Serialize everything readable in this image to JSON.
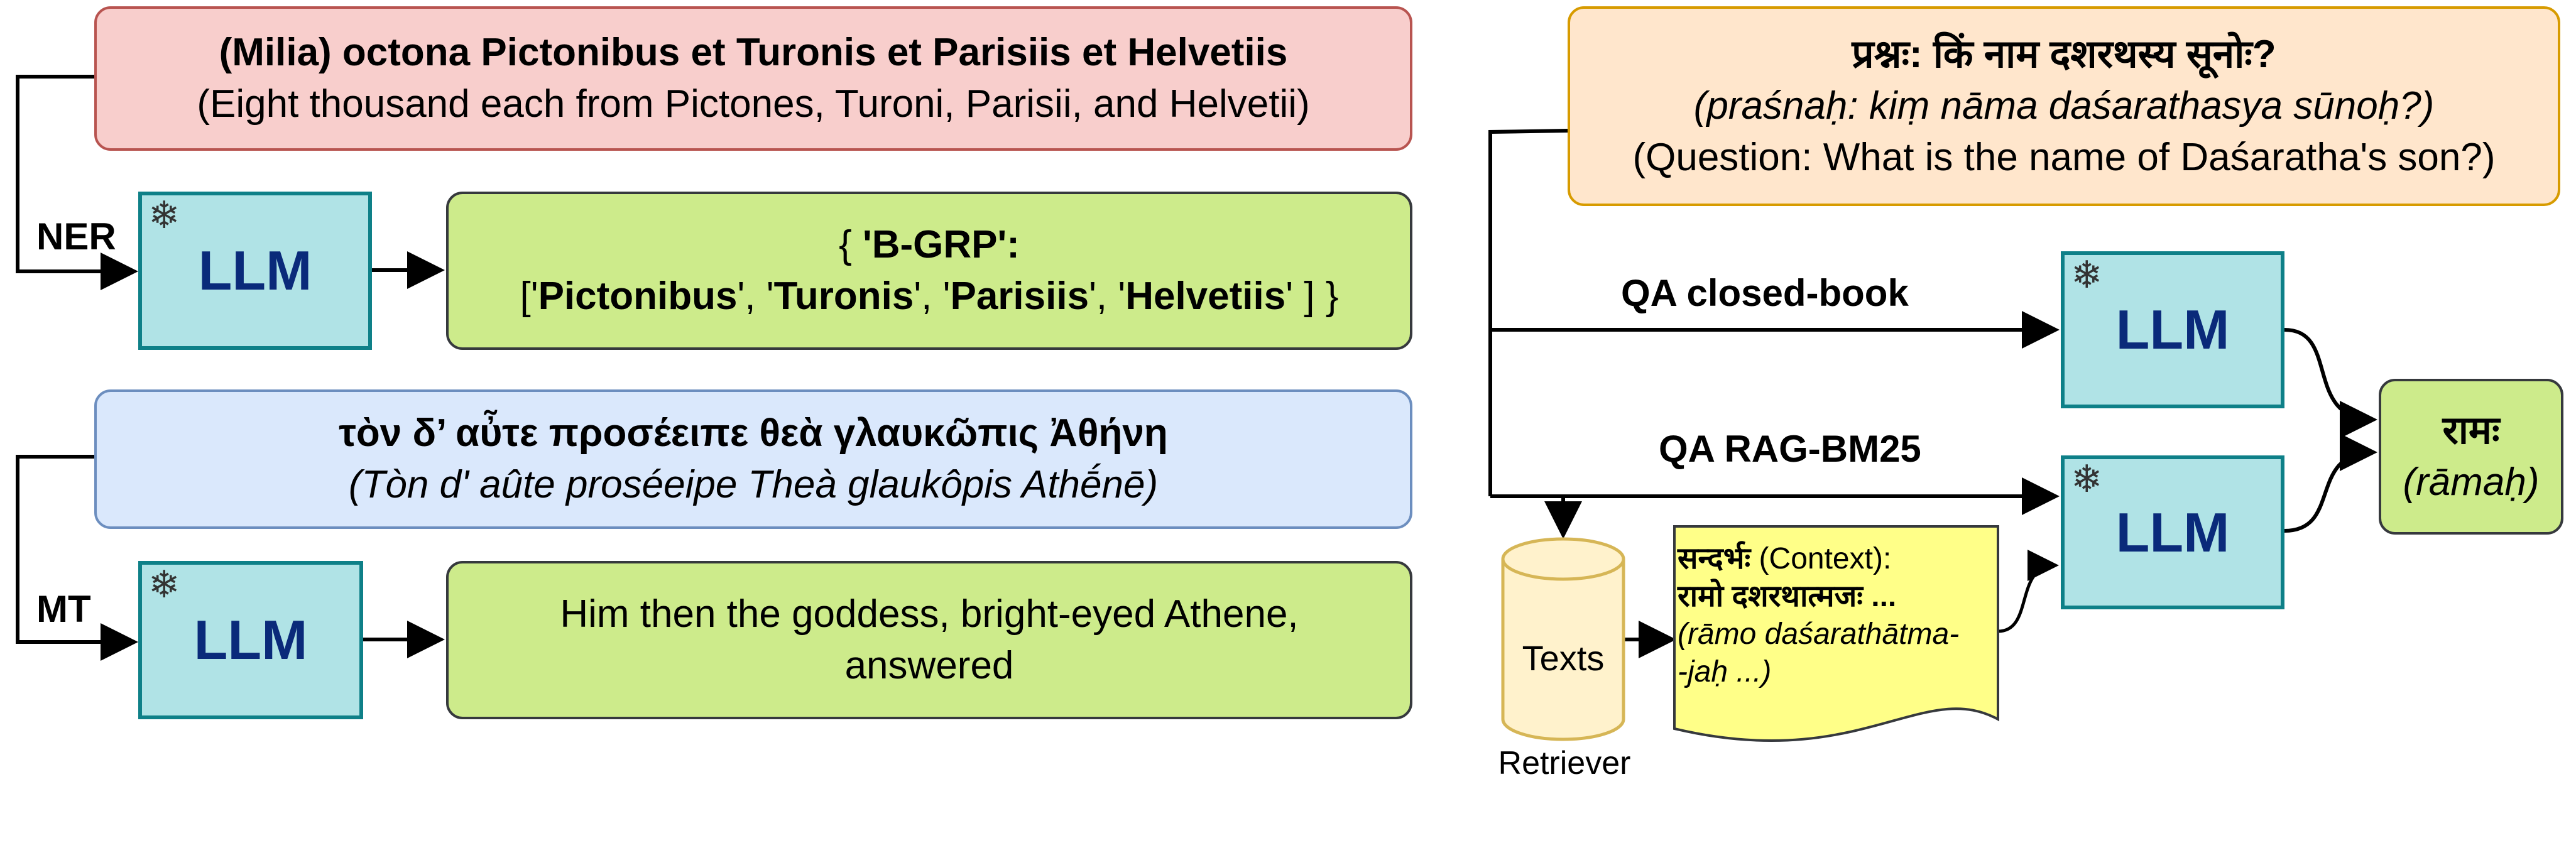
{
  "ner": {
    "input_line1": "(Milia) octona Pictonibus et Turonis et Parisiis et Helvetiis",
    "input_line2": "(Eight thousand each from Pictones, Turoni, Parisii, and Helvetii)",
    "task_label": "NER",
    "llm_label": "LLM",
    "output_open": "{ ",
    "output_key": "'B-GRP':",
    "output_list_open": "['",
    "entities": [
      "Pictonibus",
      "Turonis",
      "Parisiis",
      "Helvetiis"
    ],
    "sep": "', '",
    "output_list_close": "' ] }"
  },
  "mt": {
    "input_line1": "τὸν δ’ αὖτε προσέειπε θεὰ γλαυκῶπις Ἀθήνη",
    "input_line2": "(Tòn d' aûte proséeipe Theà glaukôpis Athḗnē)",
    "task_label": "MT",
    "llm_label": "LLM",
    "output_line1": "Him then the goddess, bright-eyed Athene,",
    "output_line2": "answered"
  },
  "qa": {
    "question_line1": "प्रश्नः: किं नाम दशरथस्य सूनोः?",
    "question_line2": "(praśnaḥ: kiṃ nāma daśarathasya sūnoḥ?)",
    "question_line3": "(Question: What is the name of Daśaratha's son?)",
    "closed_book_label": "QA closed-book",
    "rag_label": "QA RAG-BM25",
    "llm_label": "LLM",
    "texts_label": "Texts",
    "retriever_label": "Retriever",
    "context_line1_bold": "सन्दर्भः",
    "context_line1_rest": " (Context):",
    "context_line2": "रामो दशरथात्मजः ...",
    "context_line3": "(rāmo daśarathātma-",
    "context_line4": "-jaḥ ...)",
    "answer_line1": "रामः",
    "answer_line2": "(rāmaḥ)"
  },
  "colors": {
    "red_fill": "#f8cecc",
    "red_stroke": "#b85450",
    "green_fill": "#cdeb8b",
    "blue_fill": "#dae8fc",
    "blue_stroke": "#6c8ebf",
    "orange_fill": "#ffe6cc",
    "orange_stroke": "#d79b00",
    "llm_fill": "#b0e3e6",
    "llm_stroke": "#0e8088",
    "doc_fill": "#ffff88",
    "cylinder_fill": "#fff2cc",
    "cylinder_stroke": "#d6b656"
  },
  "icons": {
    "frozen": "snowflake-icon"
  }
}
